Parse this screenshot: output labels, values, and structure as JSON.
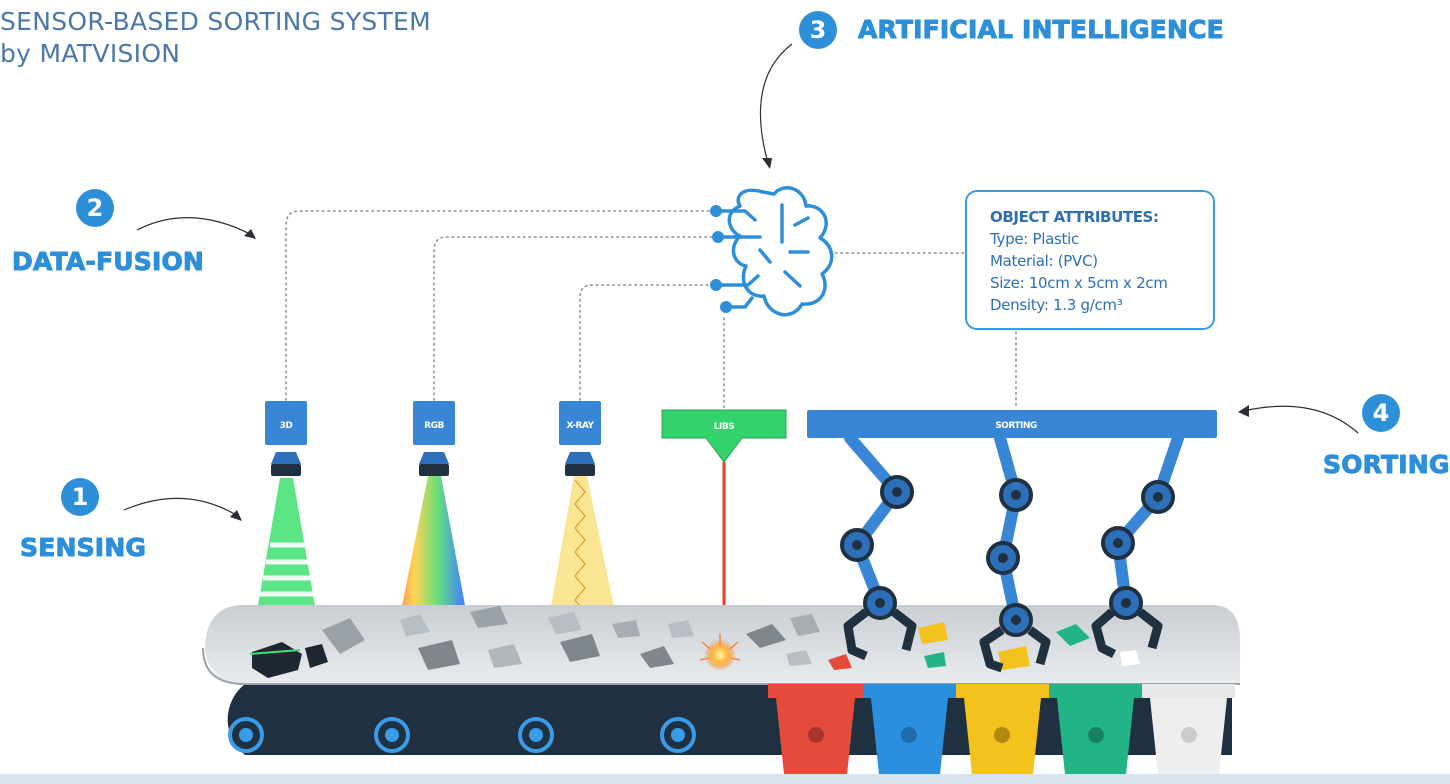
{
  "title": {
    "line1": "SENSOR-BASED SORTING SYSTEM",
    "line2": "by MATVISION"
  },
  "steps": [
    {
      "number": "1",
      "label": "SENSING"
    },
    {
      "number": "2",
      "label": "DATA-FUSION"
    },
    {
      "number": "3",
      "label": "ARTIFICIAL INTELLIGENCE"
    },
    {
      "number": "4",
      "label": "SORTING"
    }
  ],
  "sensors": {
    "s1": "3D",
    "s2": "RGB",
    "s3": "X-RAY",
    "s4": "LIBS"
  },
  "sorting_label": "SORTING",
  "attributes": {
    "title": "OBJECT ATTRIBUTES:",
    "rows": [
      "Type: Plastic",
      "Material: (PVC)",
      "Size: 10cm x 5cm x 2cm",
      "Density: 1.3 g/cm³"
    ]
  },
  "colors": {
    "accent_blue": "#2d8fd8",
    "sensor_blue": "#3a86d6",
    "libs_green": "#34d26c",
    "belt_dark": "#1f3040",
    "bin_red": "#e54b3a",
    "bin_blue": "#2b8fe0",
    "bin_yellow": "#f4c21c",
    "bin_green": "#22b487",
    "bin_white": "#eeeeee"
  },
  "icons": [
    "brain-circuit-icon",
    "curved-arrow-icon",
    "gripper-icon",
    "laser-spark-icon"
  ]
}
